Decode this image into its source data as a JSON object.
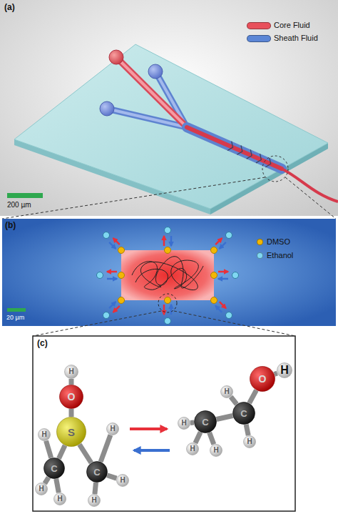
{
  "diagram": {
    "nodes": [
      {
        "text": [
          "H"
        ]
      },
      {
        "text": [
          "O"
        ]
      },
      {
        "text": [
          "S"
        ]
      },
      {
        "text": [
          "H"
        ]
      },
      {
        "text": [
          "H"
        ]
      },
      {
        "text": [
          "C"
        ]
      },
      {
        "text": [
          "C"
        ]
      },
      {
        "text": [
          "H"
        ]
      },
      {
        "text": [
          "H"
        ]
      },
      {
        "text": [
          "H"
        ]
      },
      {
        "text": [
          "H"
        ]
      },
      {
        "text": [
          "O"
        ]
      },
      {
        "text": [
          "H"
        ]
      },
      {
        "text": [
          "H"
        ]
      },
      {
        "text": [
          "C"
        ]
      },
      {
        "text": [
          "C"
        ]
      },
      {
        "text": [
          "H"
        ]
      },
      {
        "text": [
          "H"
        ]
      },
      {
        "text": [
          "H"
        ]
      },
      {
        "text": [
          "H"
        ]
      }
    ],
    "edges": [
      {
        "from": 0,
        "to": 1,
        "arrow": "none"
      },
      {
        "from": 1,
        "to": 2,
        "arrow": "none"
      },
      {
        "from": 2,
        "to": 5,
        "arrow": "none"
      },
      {
        "from": 2,
        "to": 6,
        "arrow": "none"
      },
      {
        "from": 5,
        "to": 3,
        "arrow": "none"
      },
      {
        "from": 5,
        "to": 7,
        "arrow": "none"
      },
      {
        "from": 5,
        "to": 8,
        "arrow": "none"
      },
      {
        "from": 6,
        "to": 4,
        "arrow": "none"
      },
      {
        "from": 6,
        "to": 9,
        "arrow": "none"
      },
      {
        "from": 6,
        "to": 10,
        "arrow": "none"
      },
      {
        "from": 11,
        "to": 12,
        "arrow": "none"
      },
      {
        "from": 11,
        "to": 15,
        "arrow": "none"
      },
      {
        "from": 15,
        "to": 14,
        "arrow": "none"
      },
      {
        "from": 14,
        "to": 13,
        "arrow": "none"
      },
      {
        "from": 14,
        "to": 16,
        "arrow": "none"
      },
      {
        "from": 14,
        "to": 17,
        "arrow": "none"
      },
      {
        "from": 15,
        "to": 18,
        "arrow": "none"
      },
      {
        "from": 15,
        "to": 19,
        "arrow": "none"
      }
    ],
    "labels": [
      "(a)",
      "200 µm",
      "(b)",
      "20 µm",
      "(c)"
    ],
    "legend": [
      {
        "text": "Core Fluid",
        "color": "#e8505b"
      },
      {
        "text": "Sheath Fluid",
        "color": "#5b86d6"
      },
      {
        "text": "DMSO",
        "color": "#f2b705"
      },
      {
        "text": "Ethanol",
        "color": "#7fd7f2"
      }
    ]
  }
}
